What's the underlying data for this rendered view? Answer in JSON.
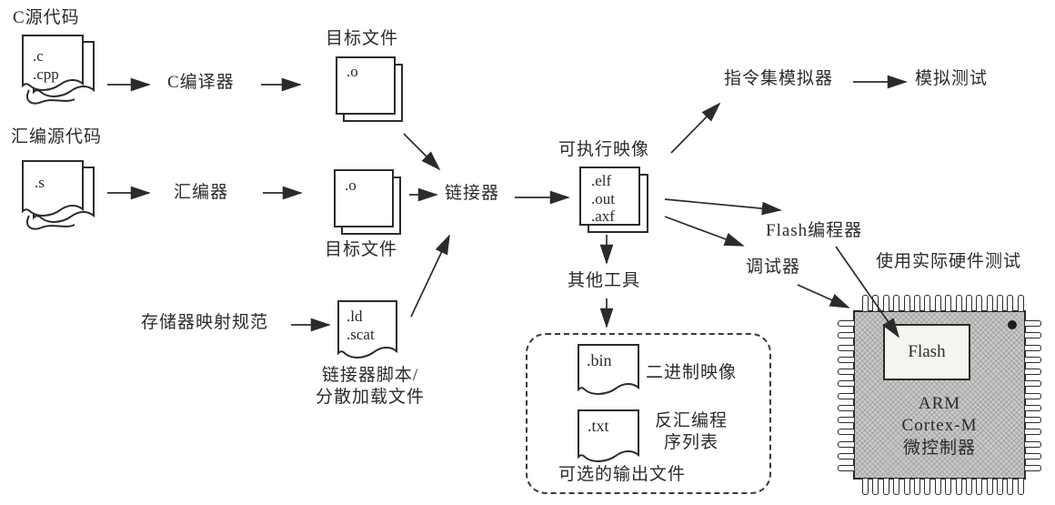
{
  "colors": {
    "ink": "#2b2b2b",
    "chip_body": "#c9c9c7",
    "flash_bg": "#f4f4f0",
    "background": "#ffffff"
  },
  "nodes": {
    "c_source_label": "C源代码",
    "c_source_ext": ".c\n.cpp",
    "c_compiler_label": "C编译器",
    "object_top_label": "目标文件",
    "object_top_ext": ".o",
    "asm_source_label": "汇编源代码",
    "asm_source_ext": ".s",
    "assembler_label": "汇编器",
    "object_bottom_ext": ".o",
    "object_bottom_label": "目标文件",
    "memory_map_label": "存储器映射规范",
    "linker_script_ext": ".ld\n.scat",
    "linker_script_label": "链接器脚本/\n分散加载文件",
    "linker_label": "链接器",
    "executable_label": "可执行映像",
    "executable_ext": ".elf\n.out\n.axf",
    "instruction_simulator_label": "指令集模拟器",
    "simulation_test_label": "模拟测试",
    "flash_programmer_label": "Flash编程器",
    "debugger_label": "调试器",
    "hardware_test_label": "使用实际硬件测试",
    "other_tools_label": "其他工具",
    "bin_ext": ".bin",
    "bin_label": "二进制映像",
    "txt_ext": ".txt",
    "txt_label": "反汇编程\n序列表",
    "optional_output_label": "可选的输出文件"
  },
  "chip": {
    "flash_label": "Flash",
    "name": "ARM\nCortex-M\n微控制器"
  }
}
